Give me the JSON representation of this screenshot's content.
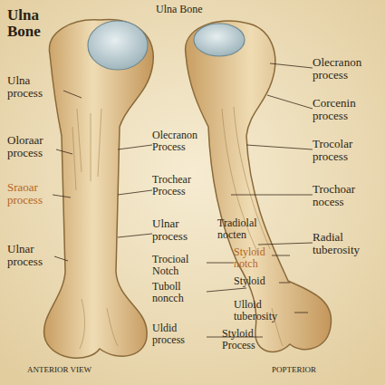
{
  "diagram": {
    "title": "Ulna Bone",
    "labels": [
      "Ulna Bone",
      "Ulna process",
      "Oloraar process",
      "Sraoar process",
      "Ulnar process",
      "Olecranon Process",
      "Trochear Process",
      "Ulnar process",
      "Trocioal Notch",
      "Tuboll noncch",
      "Uldid process",
      "Tradiolal nocten",
      "Styloid notch",
      "Styloid",
      "Ulloid tuberosity",
      "Styloid Process",
      "ANTERIOR VIEW",
      "POPTERIOR",
      "Olecranon process",
      "Corcenin process",
      "Trocolar process",
      "Trochoar nocess",
      "Radial tuberosity"
    ]
  }
}
